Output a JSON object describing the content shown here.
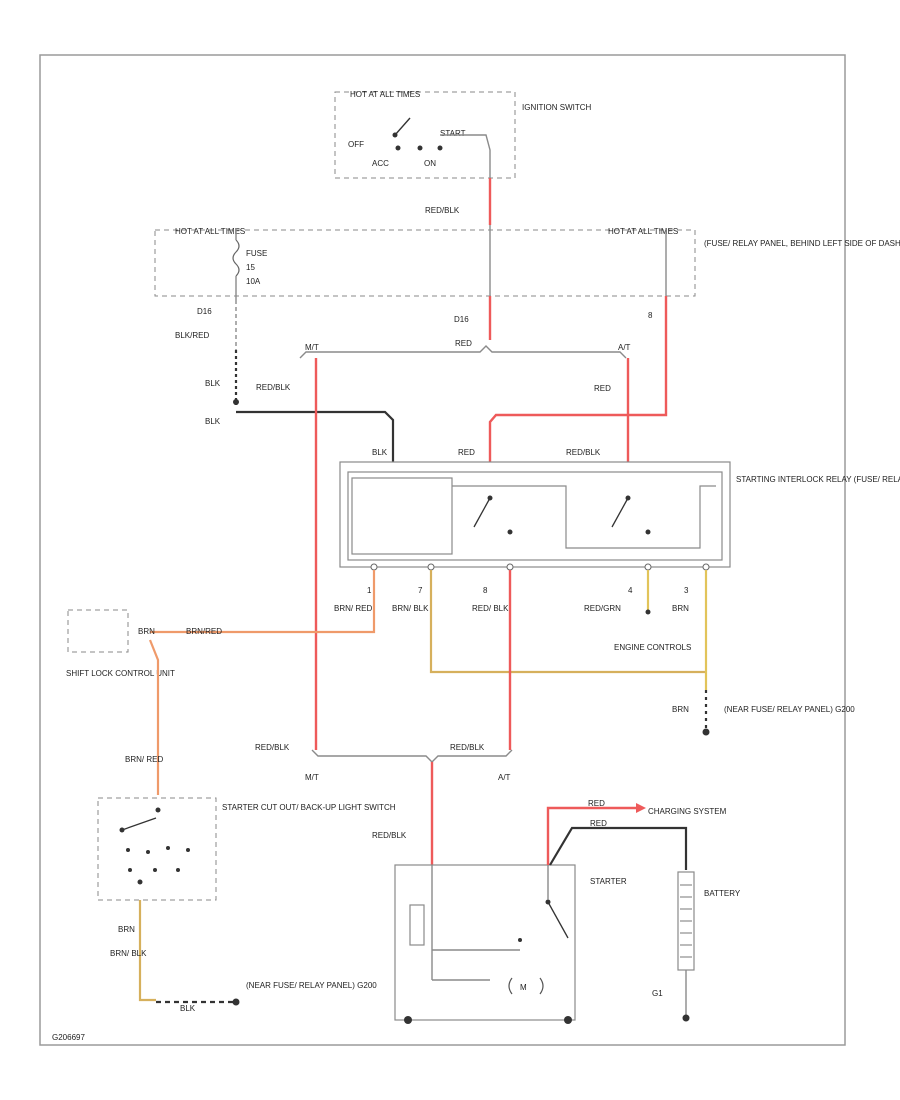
{
  "labels": {
    "hot_run_start_top": "HOT AT ALL TIMES",
    "ignition_switch": "IGNITION SWITCH",
    "off": "OFF",
    "acc": "ACC",
    "on": "ON",
    "start": "START",
    "red_blk_1": "RED/BLK",
    "hot_fuse_left": "HOT AT ALL TIMES",
    "hot_fuse_right": "HOT AT ALL TIMES",
    "fuse_title": "FUSE",
    "fuse_num": "15",
    "fuse_amp": "10A",
    "fuse_relay_panel": "(FUSE/ RELAY PANEL, BEHIND LEFT SIDE OF DASH)",
    "d16": "D16",
    "blk_red": "BLK/RED",
    "blk_1": "BLK",
    "blk_2": "BLK",
    "red_blk_2": "RED/BLK",
    "red_top": "RED",
    "mt_top": "M/T",
    "at_top": "A/T",
    "red_right": "RED",
    "blk_3": "BLK",
    "red_3": "RED",
    "red_blk_3": "RED/BLK",
    "starting_interlock": "STARTING INTERLOCK RELAY (FUSE/ RELAY PANEL)",
    "pin_1": "1",
    "pin_7": "7",
    "pin_8": "8",
    "pin_4": "4",
    "pin_3": "3",
    "brn_red": "BRN/ RED",
    "brn_blk": "BRN/ BLK",
    "red_blk_4": "RED/ BLK",
    "red_grn": "RED/GRN",
    "brn_1": "BRN",
    "engine_controls": "ENGINE CONTROLS",
    "shift_lock": "SHIFT LOCK CONTROL UNIT",
    "brn_org": "BRN/RED",
    "brn_short": "BRN",
    "brn_2": "BRN",
    "near_fuse_1": "(NEAR FUSE/ RELAY PANEL) G200",
    "red_blk_mt": "RED/BLK",
    "red_blk_at": "RED/BLK",
    "mt": "M/T",
    "at": "A/T",
    "brn_red_2": "BRN/ RED",
    "starter_switch": "STARTER CUT OUT/ BACK-UP LIGHT SWITCH",
    "red_blk_5": "RED/BLK",
    "red_chg": "RED",
    "charging": "CHARGING SYSTEM",
    "red_bat": "RED",
    "starter": "STARTER",
    "battery": "BATTERY",
    "brn_blk_2": "BRN/ BLK",
    "blk_4": "BLK",
    "near_fuse_2": "(NEAR FUSE/ RELAY PANEL) G200",
    "g1": "G1",
    "motor": "M",
    "footer": "G206697"
  },
  "colors": {
    "red_wire": "#ee5a5a",
    "black_wire": "#333333",
    "brown_wire": "#d6b05c",
    "orange_wire": "#ef9a6a"
  }
}
